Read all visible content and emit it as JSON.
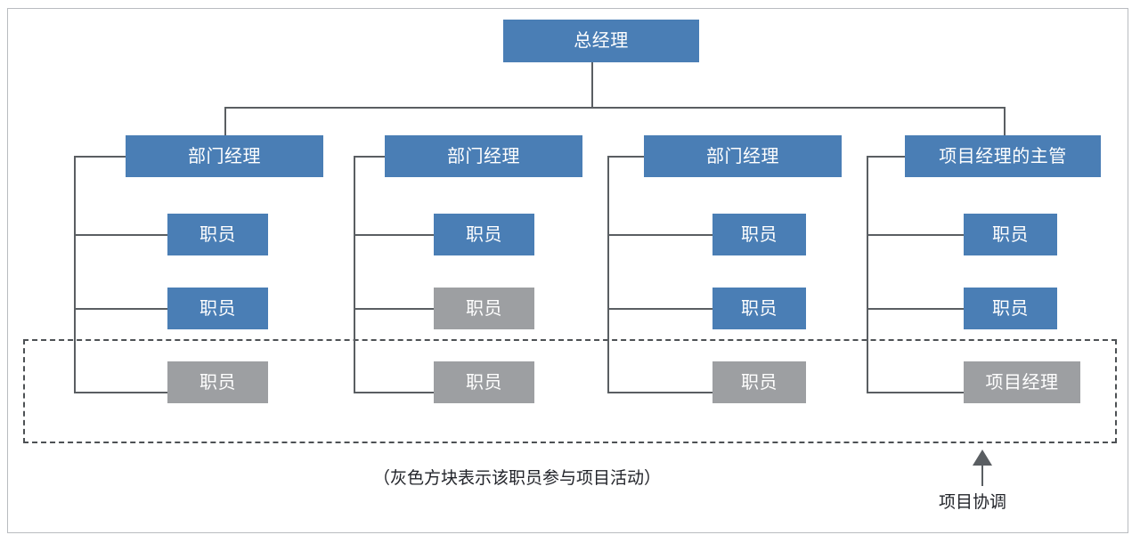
{
  "diagram": {
    "title_box": {
      "label": "总经理"
    },
    "columns": [
      {
        "manager": {
          "label": "部门经理",
          "color": "blue"
        },
        "members": [
          {
            "label": "职员",
            "color": "blue"
          },
          {
            "label": "职员",
            "color": "blue"
          },
          {
            "label": "职员",
            "color": "grey"
          }
        ]
      },
      {
        "manager": {
          "label": "部门经理",
          "color": "blue"
        },
        "members": [
          {
            "label": "职员",
            "color": "blue"
          },
          {
            "label": "职员",
            "color": "grey"
          },
          {
            "label": "职员",
            "color": "grey"
          }
        ]
      },
      {
        "manager": {
          "label": "部门经理",
          "color": "blue"
        },
        "members": [
          {
            "label": "职员",
            "color": "blue"
          },
          {
            "label": "职员",
            "color": "blue"
          },
          {
            "label": "职员",
            "color": "grey"
          }
        ]
      },
      {
        "manager": {
          "label": "项目经理的主管",
          "color": "blue"
        },
        "members": [
          {
            "label": "职员",
            "color": "blue"
          },
          {
            "label": "职员",
            "color": "blue"
          },
          {
            "label": "项目经理",
            "color": "grey"
          }
        ]
      }
    ],
    "caption": "（灰色方块表示该职员参与项目活动）",
    "annotation": {
      "label": "项目协调"
    },
    "colors": {
      "box_blue": "#4a7eb5",
      "box_grey": "#9d9fa2",
      "line": "#5a5e62",
      "dashed_border": "#4d5154",
      "frame": "#b9bcc0",
      "text_on_box": "#ffffff",
      "text_dark": "#22242a"
    }
  }
}
